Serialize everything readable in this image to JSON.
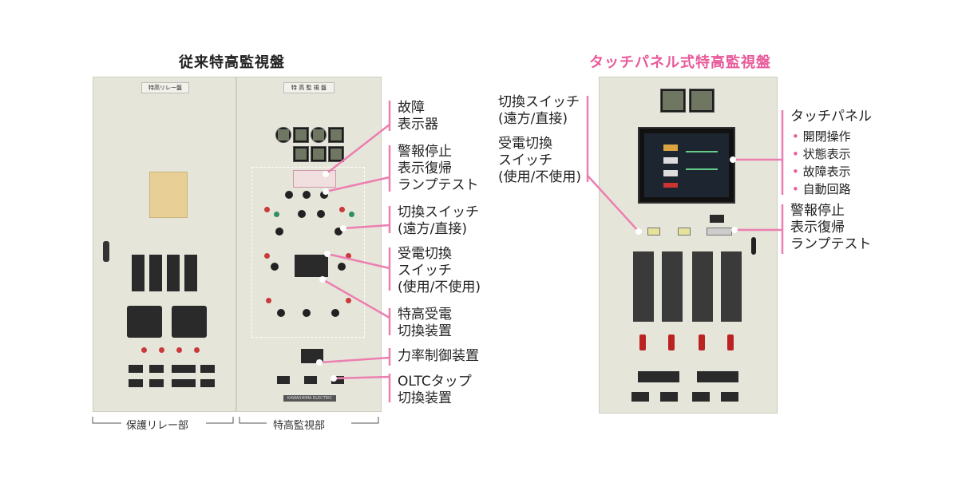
{
  "left_panel": {
    "title": "従来特高監視盤",
    "relay_label": "特高リレー盤",
    "monitor_label": "特 高 監 視 盤",
    "nameplate": "KAWASHIMA ELECTRIC",
    "bracket_left": "保護リレー部",
    "bracket_right": "特高監視部",
    "callouts": [
      "故障\n表示器",
      "警報停止\n表示復帰\nランプテスト",
      "切換スイッチ\n(遠方/直接)",
      "受電切換\nスイッチ\n(使用/不使用)",
      "特高受電\n切換装置",
      "力率制御装置",
      "OLTCタップ\n切換装置"
    ]
  },
  "right_panel": {
    "title": "タッチパネル式特高監視盤",
    "callout_switch": "切換スイッチ\n(遠方/直接)",
    "callout_recv": "受電切換\nスイッチ\n(使用/不使用)",
    "touch_title": "タッチパネル",
    "touch_items": [
      "開閉操作",
      "状態表示",
      "故障表示",
      "自動回路"
    ],
    "callout_alarm": "警報停止\n表示復帰\nランプテスト"
  },
  "colors": {
    "accent": "#e85a9a",
    "panel": "#e6e5da",
    "line": "#ec7fb0"
  }
}
